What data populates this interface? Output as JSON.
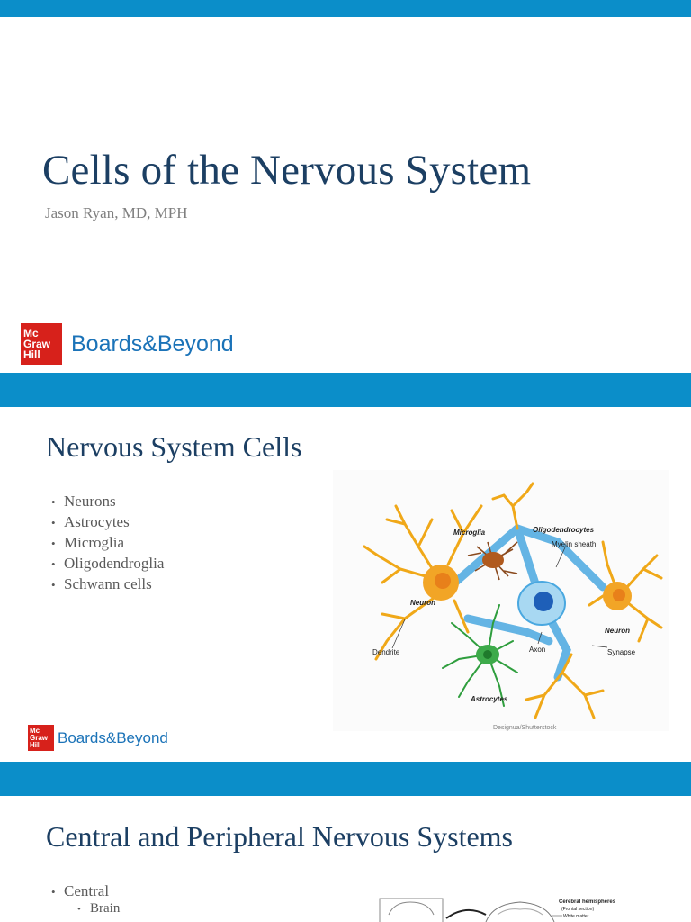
{
  "slide1": {
    "title": "Cells of the Nervous System",
    "author": "Jason Ryan, MD, MPH",
    "logo": {
      "mh_lines": [
        "Mc",
        "Graw",
        "Hill"
      ],
      "brand": "Boards&Beyond"
    }
  },
  "slide2": {
    "title": "Nervous System Cells",
    "bullets": [
      "Neurons",
      "Astrocytes",
      "Microglia",
      "Oligodendroglia",
      "Schwann cells"
    ],
    "figure": {
      "labels": {
        "microglia": "Microglia",
        "oligodendrocytes": "Oligodendrocytes",
        "myelin_sheath": "Myelin sheath",
        "neuron_left": "Neuron",
        "neuron_right": "Neuron",
        "dendrite": "Dendrite",
        "axon": "Axon",
        "synapse": "Synapse",
        "astrocytes": "Astrocytes"
      },
      "credit": "Designua/Shutterstock"
    },
    "logo": {
      "mh_lines": [
        "Mc",
        "Graw",
        "Hill"
      ],
      "brand": "Boards&Beyond"
    }
  },
  "slide3": {
    "title": "Central and Peripheral Nervous Systems",
    "bullets": [
      "Central"
    ],
    "sub_bullets": [
      "Brain"
    ],
    "figure_labels": {
      "cerebral_hemispheres": "Cerebral hemispheres",
      "frontal_section": "(Frontal section)",
      "white_matter": "White matter"
    }
  },
  "colors": {
    "band": "#0b8ec9",
    "title": "#1c3f63",
    "mh_red": "#d7211b",
    "brand_blue": "#1b73b8",
    "neuron_orange": "#f0a818",
    "astrocyte_green": "#2f9e3e",
    "oligo_blue": "#4aa8e0",
    "microglia_brown": "#8a4a1e"
  }
}
